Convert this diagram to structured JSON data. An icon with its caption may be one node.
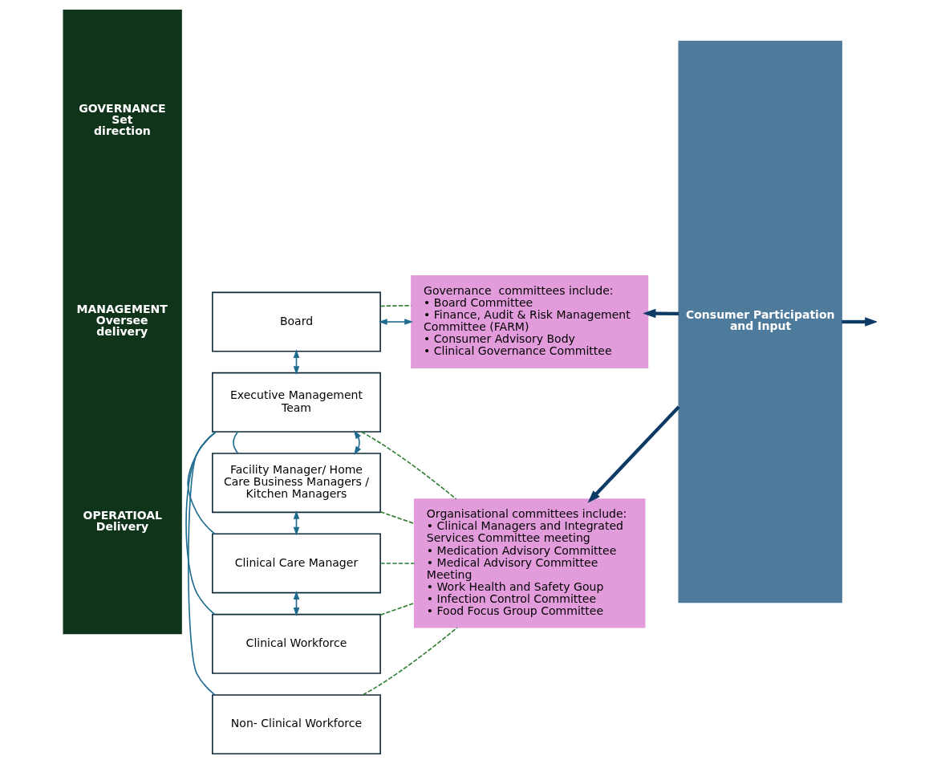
{
  "diagram": {
    "nodes": [
      {
        "text": [
          "GOVERNANCE Set direction",
          "MANAGEMENT Oversee delivery",
          "OPERATIOAL Delivery"
        ]
      },
      {
        "text": [
          "Board"
        ]
      },
      {
        "text": [
          "Executive Management Team"
        ]
      },
      {
        "text": [
          "Facility Manager/ Home Care Business Managers / Kitchen Managers"
        ]
      },
      {
        "text": [
          "Clinical Care Manager"
        ]
      },
      {
        "text": [
          "Clinical Workforce"
        ]
      },
      {
        "text": [
          "Non- Clinical Workforce"
        ]
      },
      {
        "text": [
          "Governance  committees include:",
          "• Board Committee",
          "• Finance, Audit & Risk Management Committee (FARM)",
          "• Consumer Advisory Body",
          "• Clinical Governance Committee"
        ]
      },
      {
        "text": [
          "Organisational committees include:",
          "• Clinical Managers and Integrated Services Committee meeting",
          "• Medication Advisory Committee",
          "• Medical Advisory Committee Meeting",
          "• Work Health and Safety Goup",
          "• Infection Control Committee",
          "• Food Focus Group Committee"
        ]
      },
      {
        "text": [
          "Consumer Participation and Input"
        ]
      }
    ],
    "edges": [
      {
        "from": 1,
        "to": 7,
        "arrow": "both"
      },
      {
        "from": 1,
        "to": 2,
        "arrow": "both"
      },
      {
        "from": 2,
        "to": 3,
        "arrow": "both"
      },
      {
        "from": 3,
        "to": 4,
        "arrow": "both"
      },
      {
        "from": 4,
        "to": 5,
        "arrow": "both"
      },
      {
        "from": 2,
        "to": 3,
        "arrow": "none"
      },
      {
        "from": 2,
        "to": 4,
        "arrow": "none"
      },
      {
        "from": 2,
        "to": 5,
        "arrow": "none"
      },
      {
        "from": 2,
        "to": 6,
        "arrow": "none"
      },
      {
        "from": 1,
        "to": 7,
        "arrow": "none",
        "style": "dashed",
        "color": "#2e7d32"
      },
      {
        "from": 2,
        "to": 8,
        "arrow": "none",
        "style": "dashed",
        "color": "#2e7d32"
      },
      {
        "from": 3,
        "to": 8,
        "arrow": "none",
        "style": "dashed",
        "color": "#2e7d32"
      },
      {
        "from": 4,
        "to": 8,
        "arrow": "none",
        "style": "dashed",
        "color": "#2e7d32"
      },
      {
        "from": 5,
        "to": 8,
        "arrow": "none",
        "style": "dashed",
        "color": "#2e7d32"
      },
      {
        "from": 6,
        "to": 8,
        "arrow": "none",
        "style": "dashed",
        "color": "#2e7d32"
      },
      {
        "from": 9,
        "to": 7,
        "arrow": "to",
        "style": "thick",
        "color": "#0d3b66"
      },
      {
        "from": 9,
        "to": 8,
        "arrow": "to",
        "style": "thick",
        "color": "#0d3b66"
      },
      {
        "from": 9,
        "to": null,
        "arrow": "to",
        "style": "thick",
        "color": "#0d3b66"
      }
    ]
  }
}
